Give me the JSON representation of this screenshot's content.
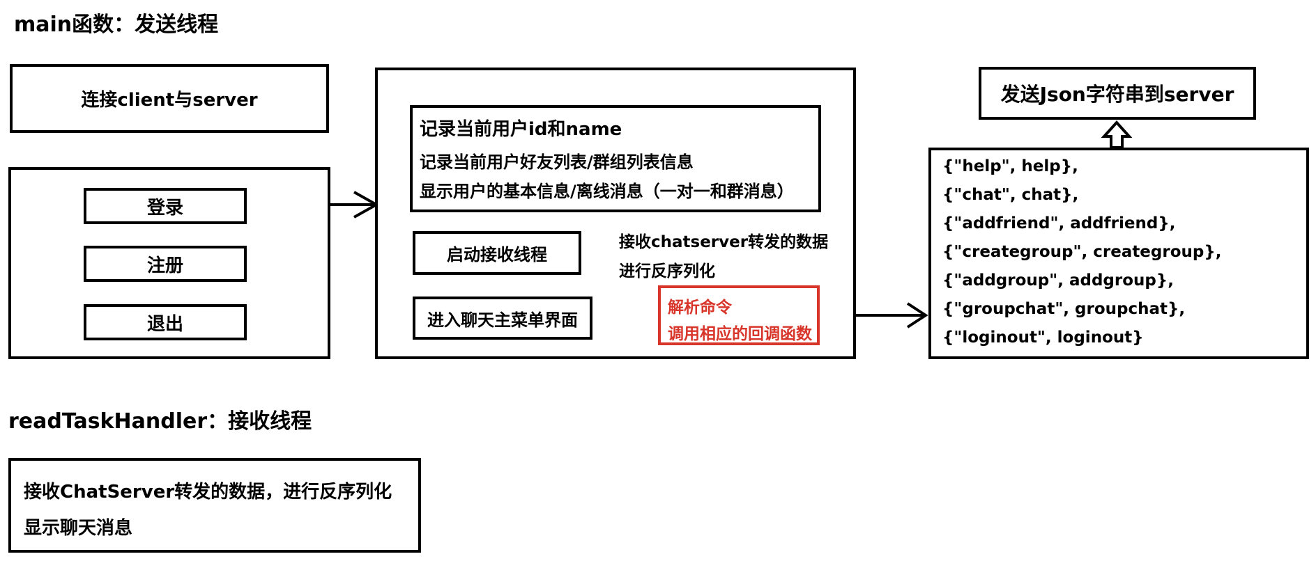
{
  "main_section": {
    "title": "main函数：发送线程",
    "connect_box": "连接client与server",
    "menu_buttons": [
      "登录",
      "注册",
      "退出"
    ],
    "info_lines": [
      "记录当前用户id和name",
      "记录当前用户好友列表/群组列表信息",
      "显示用户的基本信息/离线消息（一对一和群消息）"
    ],
    "start_receive_thread": "启动接收线程",
    "receive_desc": [
      "接收chatserver转发的数据",
      "进行反序列化"
    ],
    "enter_chat_menu": "进入聊天主菜单界面",
    "parse_lines": [
      "解析命令",
      "调用相应的回调函数"
    ],
    "send_json": "发送Json字符串到server",
    "command_map": [
      "{\"help\", help},",
      "{\"chat\", chat},",
      "{\"addfriend\", addfriend},",
      "{\"creategroup\", creategroup},",
      "{\"addgroup\", addgroup},",
      "{\"groupchat\", groupchat},",
      "{\"loginout\", loginout}"
    ]
  },
  "read_section": {
    "title": "readTaskHandler：接收线程",
    "lines": [
      "接收ChatServer转发的数据，进行反序列化",
      "显示聊天消息"
    ]
  },
  "colors": {
    "accent": "#d9362b",
    "stroke": "#000000"
  }
}
